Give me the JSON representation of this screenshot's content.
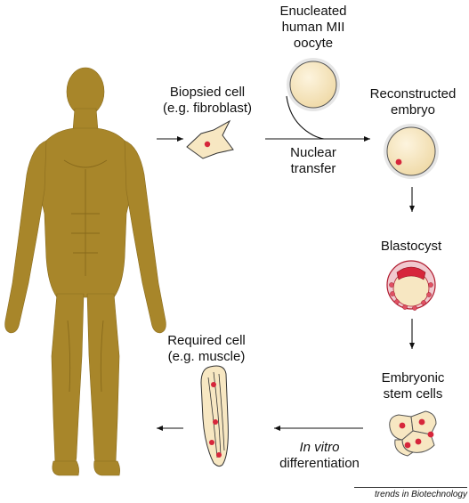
{
  "labels": {
    "biopsied_cell": [
      "Biopsied cell",
      "(e.g. fibroblast)"
    ],
    "enucleated_oocyte": [
      "Enucleated",
      "human MII",
      "oocyte"
    ],
    "reconstructed_embryo": [
      "Reconstructed",
      "embryo"
    ],
    "nuclear_transfer": [
      "Nuclear",
      "transfer"
    ],
    "blastocyst": "Blastocyst",
    "embryonic_stem_cells": [
      "Embryonic",
      "stem cells"
    ],
    "in_vitro": "In vitro",
    "differentiation": "differentiation",
    "required_cell": [
      "Required cell",
      "(e.g. muscle)"
    ]
  },
  "credit": "trends in Biotechnology",
  "colors": {
    "body": "#a8862a",
    "cell_fill": "#f7e7c2",
    "nucleus": "#d6263b",
    "arrow": "#111111",
    "halo": "#bbbbbb"
  }
}
